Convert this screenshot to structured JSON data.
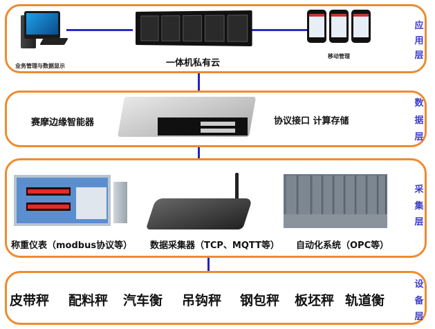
{
  "layers": {
    "application": {
      "label_chars": [
        "应",
        "用",
        "层"
      ],
      "items": [
        {
          "label": "业务管理与数据显示",
          "icon": "desktop-computer-icon"
        },
        {
          "label": "一体机私有云",
          "icon": "server-icon"
        },
        {
          "label": "移动管理",
          "icon": "mobile-phones-icon"
        }
      ]
    },
    "data": {
      "label_chars": [
        "数",
        "据",
        "层"
      ],
      "device_label": "赛摩边缘智能器",
      "feature_label": "协议接口  计算存储",
      "icon": "edge-gateway-icon"
    },
    "collection": {
      "label_chars": [
        "采",
        "集",
        "层"
      ],
      "items": [
        {
          "label": "称重仪表（modbus协议等）",
          "icon": "weighing-indicator-icon"
        },
        {
          "label": "数据采集器（TCP、MQTT等）",
          "icon": "data-collector-router-icon"
        },
        {
          "label": "自动化系统（OPC等）",
          "icon": "plc-system-icon"
        }
      ]
    },
    "device": {
      "label_chars": [
        "设",
        "备",
        "层"
      ],
      "items": [
        "皮带秤",
        "配料秤",
        "汽车衡",
        "吊钩秤",
        "钢包秤",
        "板坯秤",
        "轨道衡"
      ]
    }
  },
  "colors": {
    "layer_border": "#f08a2c",
    "connector": "#2222c0",
    "layer_label": "#3d3dc8"
  }
}
